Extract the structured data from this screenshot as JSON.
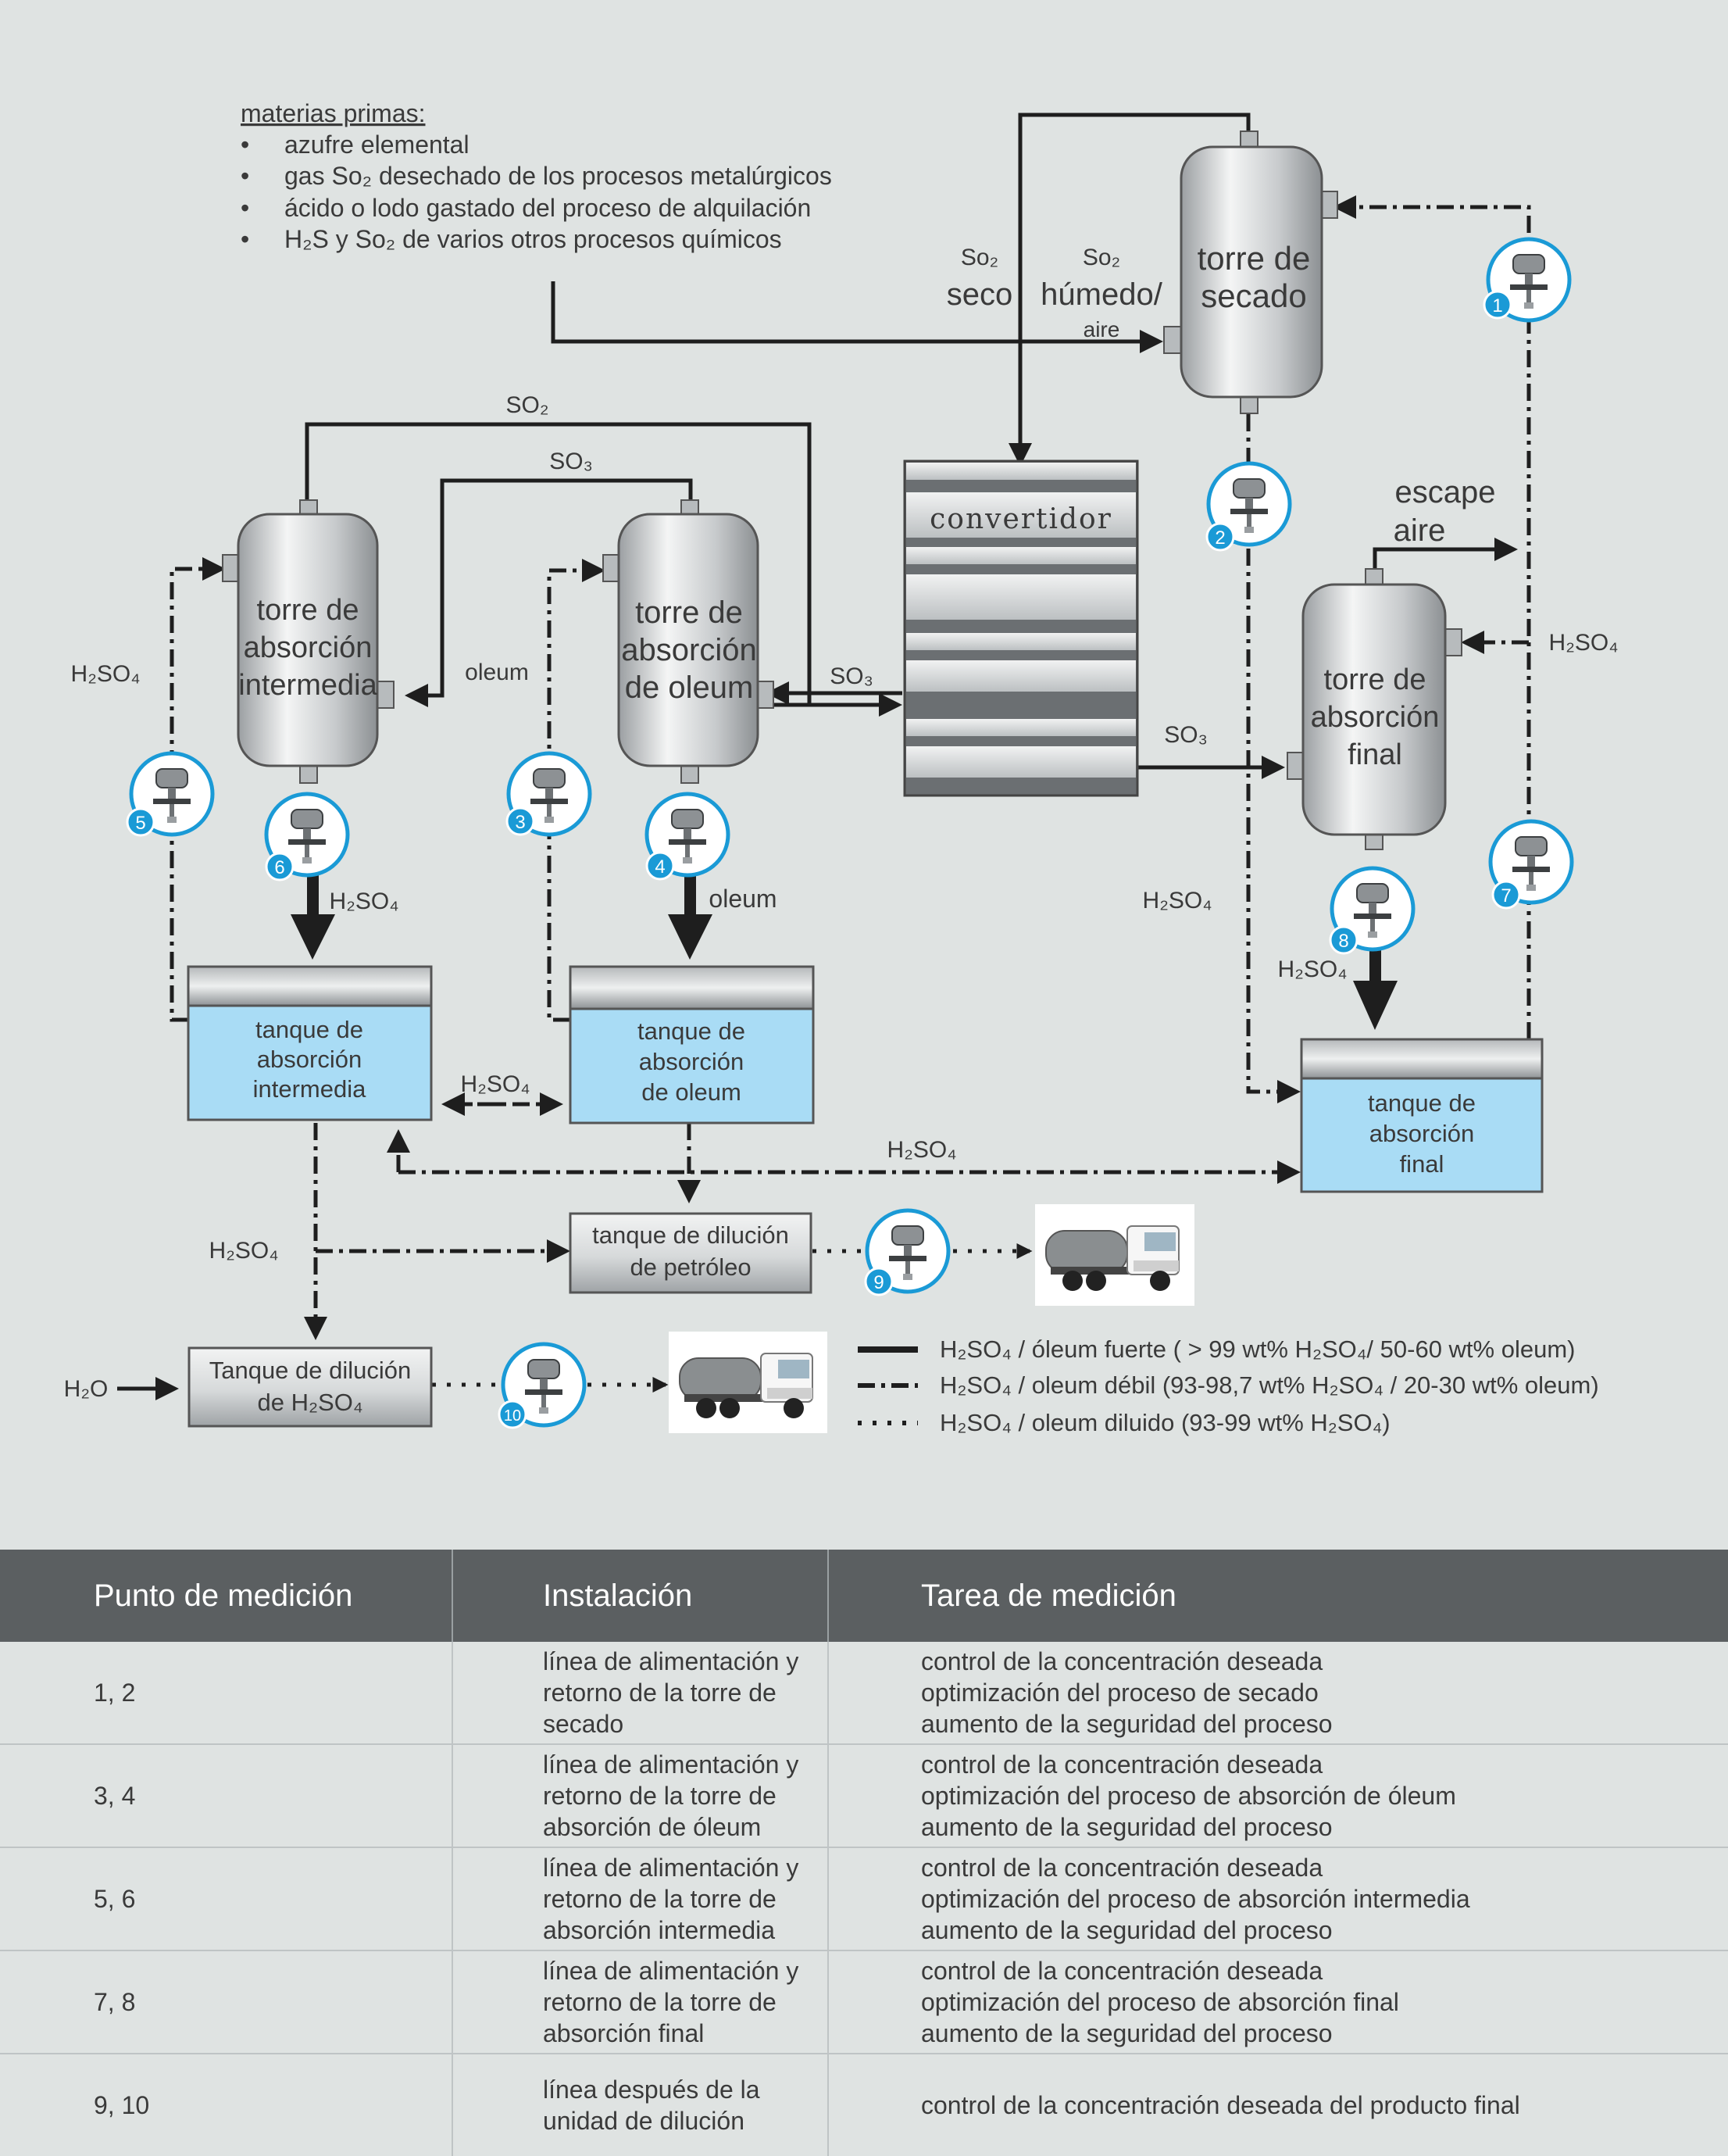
{
  "raw_materials": {
    "heading": "materias primas:",
    "items": [
      "azufre elemental",
      "gas So₂ desechado de los procesos metalúrgicos",
      "ácido o lodo gastado del proceso de alquilación",
      "H₂S y So₂ de varios otros procesos químicos"
    ]
  },
  "equipment": {
    "drying_tower": [
      "torre de",
      "secado"
    ],
    "converter": "convertidor",
    "intermediate_tower": [
      "torre de",
      "absorción",
      "intermedia"
    ],
    "oleum_tower": [
      "torre de",
      "absorción",
      "de oleum"
    ],
    "final_tower": [
      "torre de",
      "absorción",
      "final"
    ],
    "intermediate_tank": [
      "tanque de",
      "absorción",
      "intermedia"
    ],
    "oleum_tank": [
      "tanque de",
      "absorción",
      "de oleum"
    ],
    "final_tank": [
      "tanque de",
      "absorción",
      "final"
    ],
    "petroleum_dilution_tank": [
      "tanque de dilución",
      "de petróleo"
    ],
    "h2so4_dilution_tank": [
      "Tanque de dilución",
      "de H₂SO₄"
    ]
  },
  "stream_labels": {
    "so2_dry": [
      "So₂",
      "seco"
    ],
    "so2_wet": [
      "So₂",
      "húmedo/",
      "aire"
    ],
    "so2_top": "SO₂",
    "so3_top": "SO₃",
    "so3_converter": "SO₃",
    "so3_final": "SO₃",
    "oleum_between": "oleum",
    "h2so4_left": "H₂SO₄",
    "h2so4_under6": "H₂SO₄",
    "oleum_under4": "oleum",
    "h2so4_tanks": "H₂SO₄",
    "h2so4_bottom_line": "H₂SO₄",
    "h2so4_left_lower": "H₂SO₄",
    "h2so4_right": "H₂SO₄",
    "h2so4_mid_right": "H₂SO₄",
    "h2so4_under8": "H₂SO₄",
    "escape_air": [
      "escape",
      "aire"
    ],
    "water": "H₂O"
  },
  "measurement_points": [
    "1",
    "2",
    "3",
    "4",
    "5",
    "6",
    "7",
    "8",
    "9",
    "10"
  ],
  "legend": [
    {
      "style": "solid",
      "text": "H₂SO₄ / óleum fuerte ( > 99 wt% H₂SO₄/ 50-60 wt% oleum)"
    },
    {
      "style": "dash-dot",
      "text": "H₂SO₄ / oleum débil (93-98,7 wt% H₂SO₄ / 20-30 wt% oleum)"
    },
    {
      "style": "dotted",
      "text": "H₂SO₄ / oleum diluido (93-99 wt% H₂SO₄)"
    }
  ],
  "colors": {
    "background": "#dfe3e2",
    "tank_liquid": "#a9dcf5",
    "badge": "#1a9ad6",
    "header": "#5b5f61"
  },
  "table": {
    "headers": [
      "Punto de medición",
      "Instalación",
      "Tarea de medición"
    ],
    "rows": [
      {
        "point": "1, 2",
        "installation": [
          "línea de alimentación y",
          "retorno de la torre de",
          "secado"
        ],
        "task": [
          "control de la concentración deseada",
          "optimización del proceso de secado",
          "aumento de la seguridad del proceso"
        ]
      },
      {
        "point": "3, 4",
        "installation": [
          "línea de alimentación y",
          "retorno de la torre de",
          "absorción de óleum"
        ],
        "task": [
          "control de la concentración deseada",
          "optimización del proceso de absorción de óleum",
          "aumento de la seguridad del proceso"
        ]
      },
      {
        "point": "5, 6",
        "installation": [
          "línea de alimentación y",
          "retorno de la torre de",
          "absorción intermedia"
        ],
        "task": [
          "control de la concentración deseada",
          "optimización del proceso de absorción intermedia",
          "aumento de la seguridad del proceso"
        ]
      },
      {
        "point": "7, 8",
        "installation": [
          "línea de alimentación y",
          "retorno de la torre de",
          "absorción final"
        ],
        "task": [
          "control de la concentración deseada",
          "optimización del proceso de absorción final",
          "aumento de la seguridad del proceso"
        ]
      },
      {
        "point": "9, 10",
        "installation": [
          "línea después de la",
          "unidad de dilución"
        ],
        "task": [
          "control de la concentración deseada del producto final"
        ]
      }
    ]
  }
}
